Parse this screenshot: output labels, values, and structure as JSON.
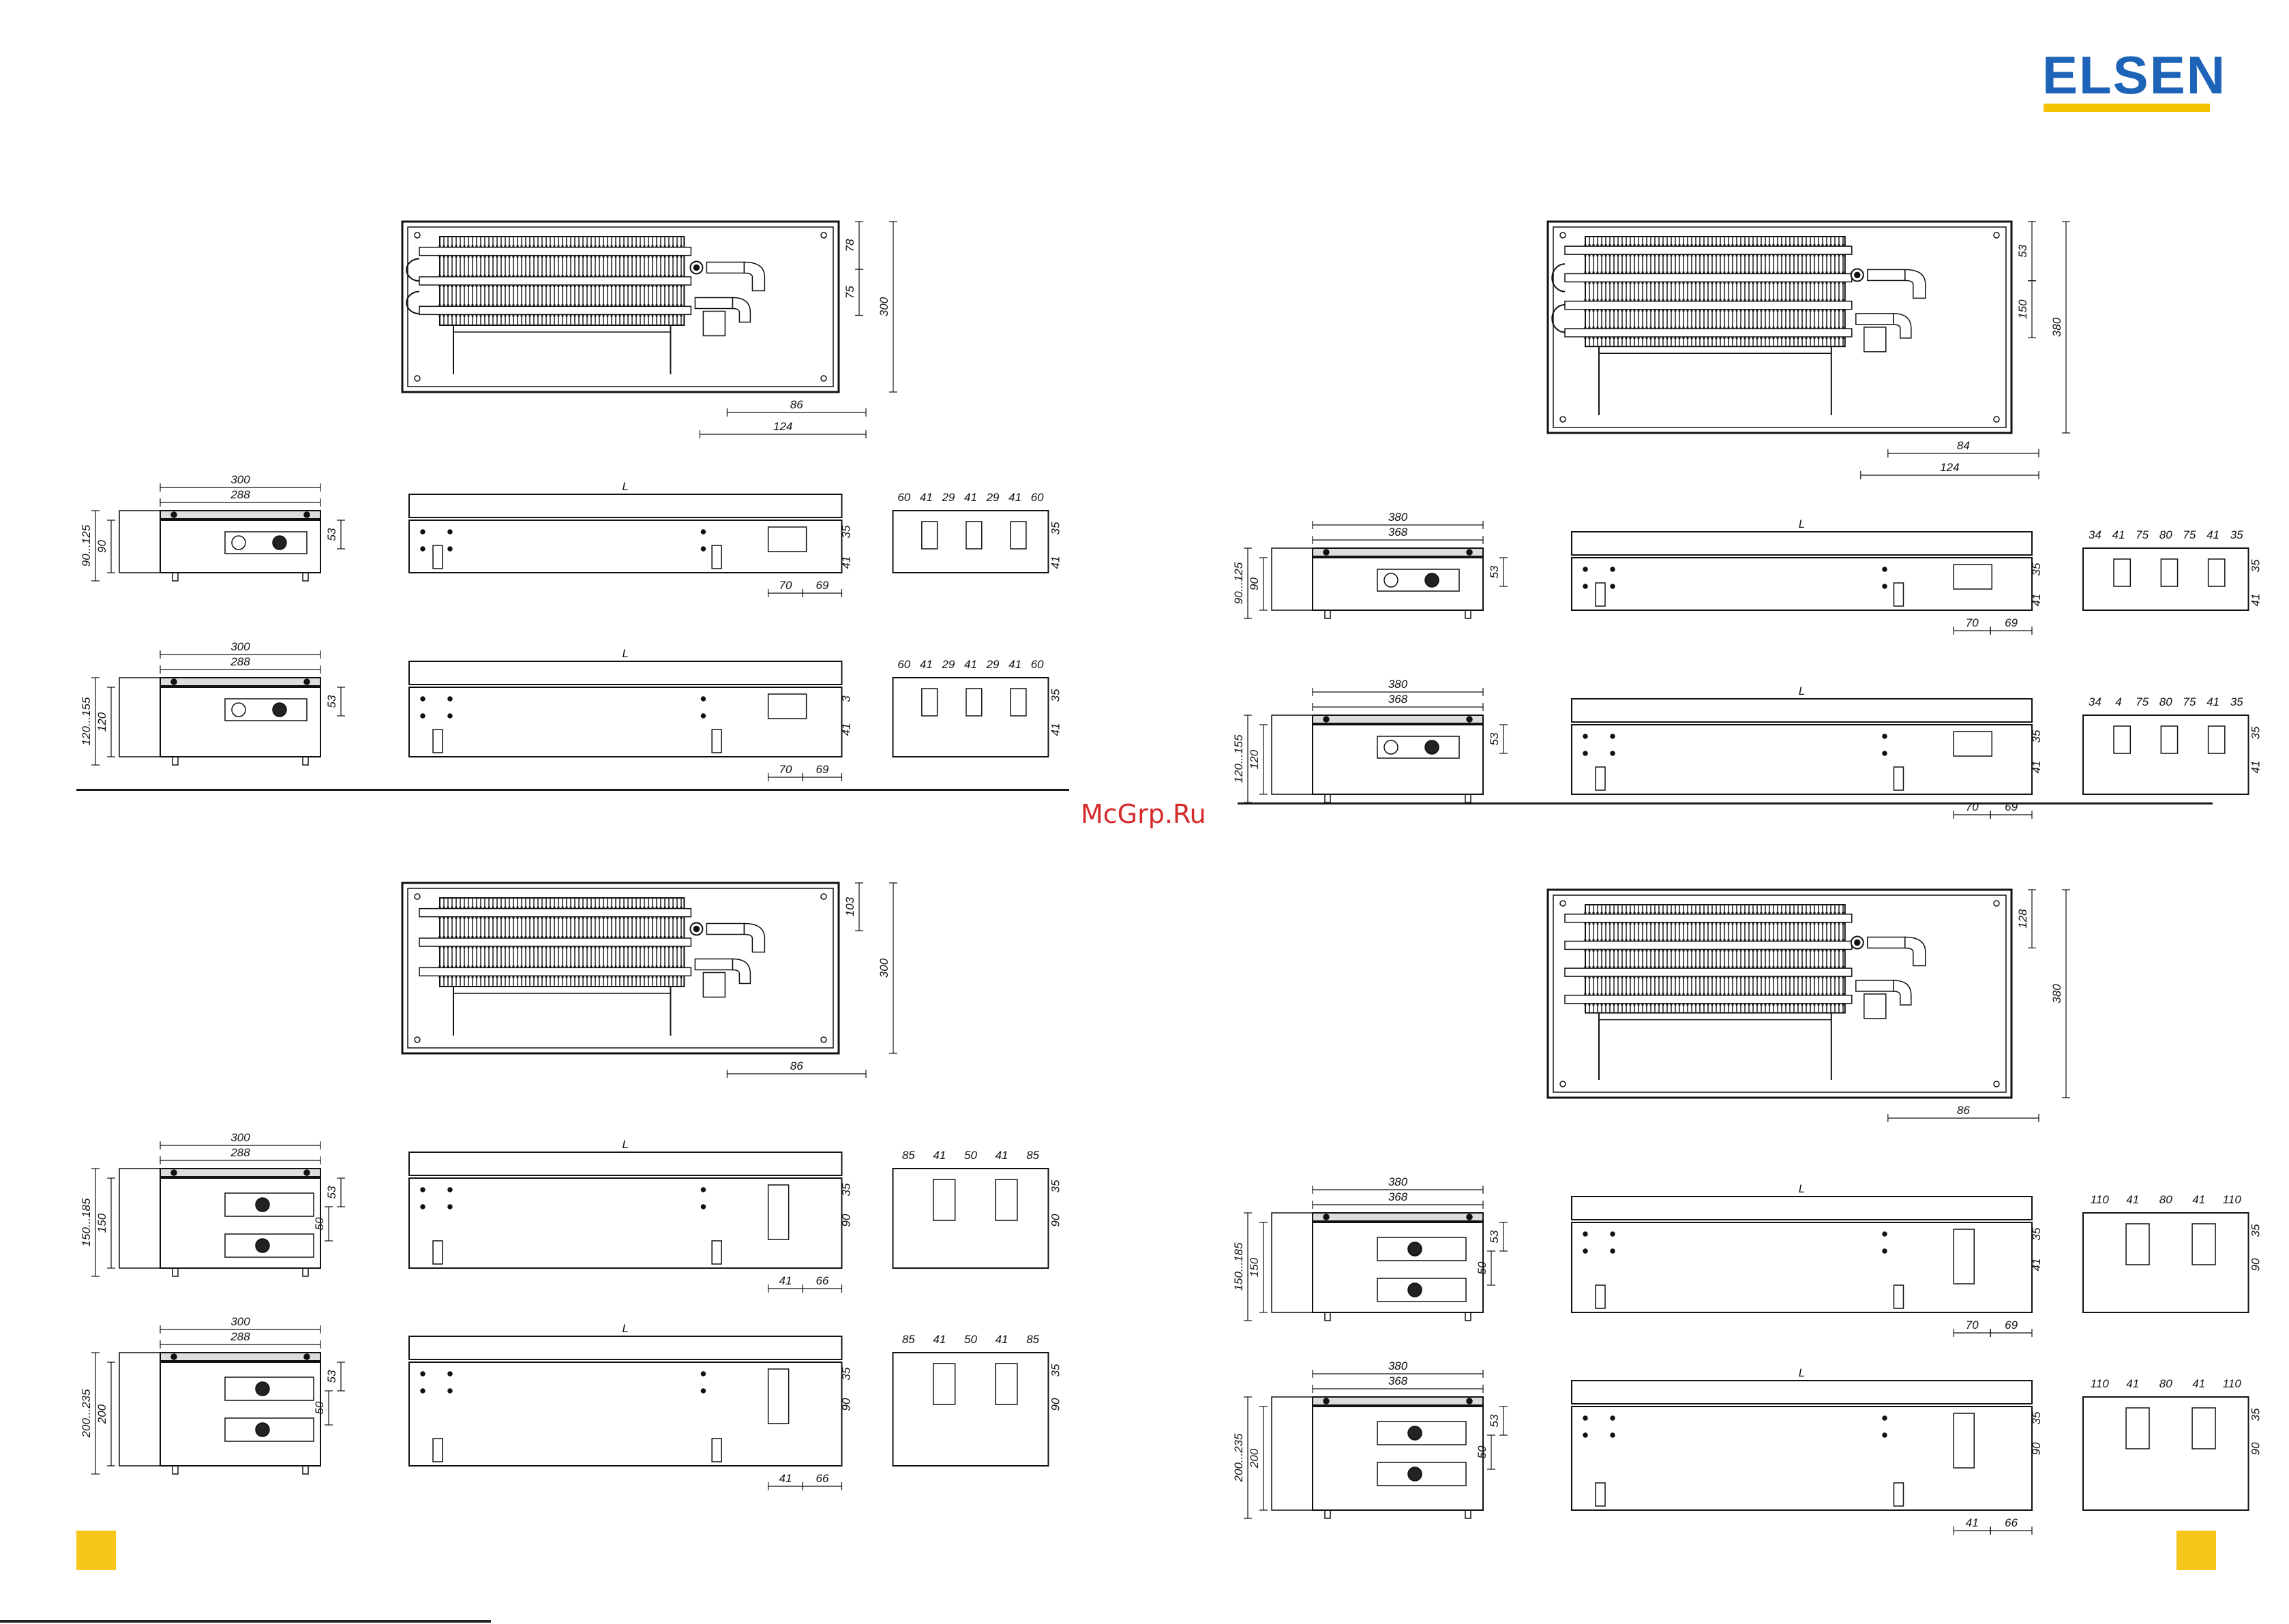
{
  "brand": {
    "logo_text": "ELSEN",
    "watermark": "McGrp.Ru",
    "brand_blue": "#1d63b8",
    "brand_yellow": "#f2c200"
  },
  "quadrants": {
    "tl": {
      "top_dims": [
        "78",
        "75",
        "300",
        "86",
        "124"
      ],
      "rows": [
        {
          "side": [
            "300",
            "288",
            "53",
            "90...125",
            "90"
          ],
          "front": [
            "L",
            "35",
            "41",
            "70",
            "69"
          ],
          "end": [
            "60",
            "41",
            "29",
            "41",
            "29",
            "41",
            "60",
            "35",
            "41"
          ]
        },
        {
          "side": [
            "300",
            "288",
            "53",
            "120...155",
            "120"
          ],
          "front": [
            "L",
            "3",
            "41",
            "70",
            "69"
          ],
          "end": [
            "60",
            "41",
            "29",
            "41",
            "29",
            "41",
            "60",
            "35",
            "41"
          ]
        }
      ]
    },
    "tr": {
      "top_dims": [
        "53",
        "150",
        "380",
        "84",
        "124"
      ],
      "rows": [
        {
          "side": [
            "380",
            "368",
            "53",
            "90...125",
            "90"
          ],
          "front": [
            "L",
            "35",
            "41",
            "70",
            "69"
          ],
          "end": [
            "34",
            "41",
            "75",
            "80",
            "75",
            "41",
            "35",
            "35",
            "41"
          ]
        },
        {
          "side": [
            "380",
            "368",
            "53",
            "120...155",
            "120"
          ],
          "front": [
            "L",
            "35",
            "41",
            "70",
            "69"
          ],
          "end": [
            "34",
            "4",
            "75",
            "80",
            "75",
            "41",
            "35",
            "35",
            "41"
          ]
        }
      ]
    },
    "bl": {
      "top_dims": [
        "103",
        "300",
        "86"
      ],
      "rows": [
        {
          "side": [
            "300",
            "288",
            "53",
            "150...185",
            "150",
            "50"
          ],
          "front": [
            "L",
            "35",
            "90",
            "41",
            "66"
          ],
          "end": [
            "85",
            "41",
            "50",
            "41",
            "85",
            "35",
            "90"
          ]
        },
        {
          "side": [
            "300",
            "288",
            "53",
            "200...235",
            "200",
            "50"
          ],
          "front": [
            "L",
            "35",
            "90",
            "41",
            "66"
          ],
          "end": [
            "85",
            "41",
            "50",
            "41",
            "85",
            "35",
            "90"
          ]
        }
      ]
    },
    "br": {
      "top_dims": [
        "128",
        "380",
        "86"
      ],
      "rows": [
        {
          "side": [
            "380",
            "368",
            "53",
            "150...185",
            "150",
            "50"
          ],
          "front": [
            "L",
            "35",
            "41",
            "70",
            "69"
          ],
          "end": [
            "110",
            "41",
            "80",
            "41",
            "110",
            "35",
            "90"
          ]
        },
        {
          "side": [
            "380",
            "368",
            "53",
            "200...235",
            "200",
            "50"
          ],
          "front": [
            "L",
            "35",
            "90",
            "41",
            "66"
          ],
          "end": [
            "110",
            "41",
            "80",
            "41",
            "110",
            "35",
            "90"
          ]
        }
      ]
    }
  }
}
